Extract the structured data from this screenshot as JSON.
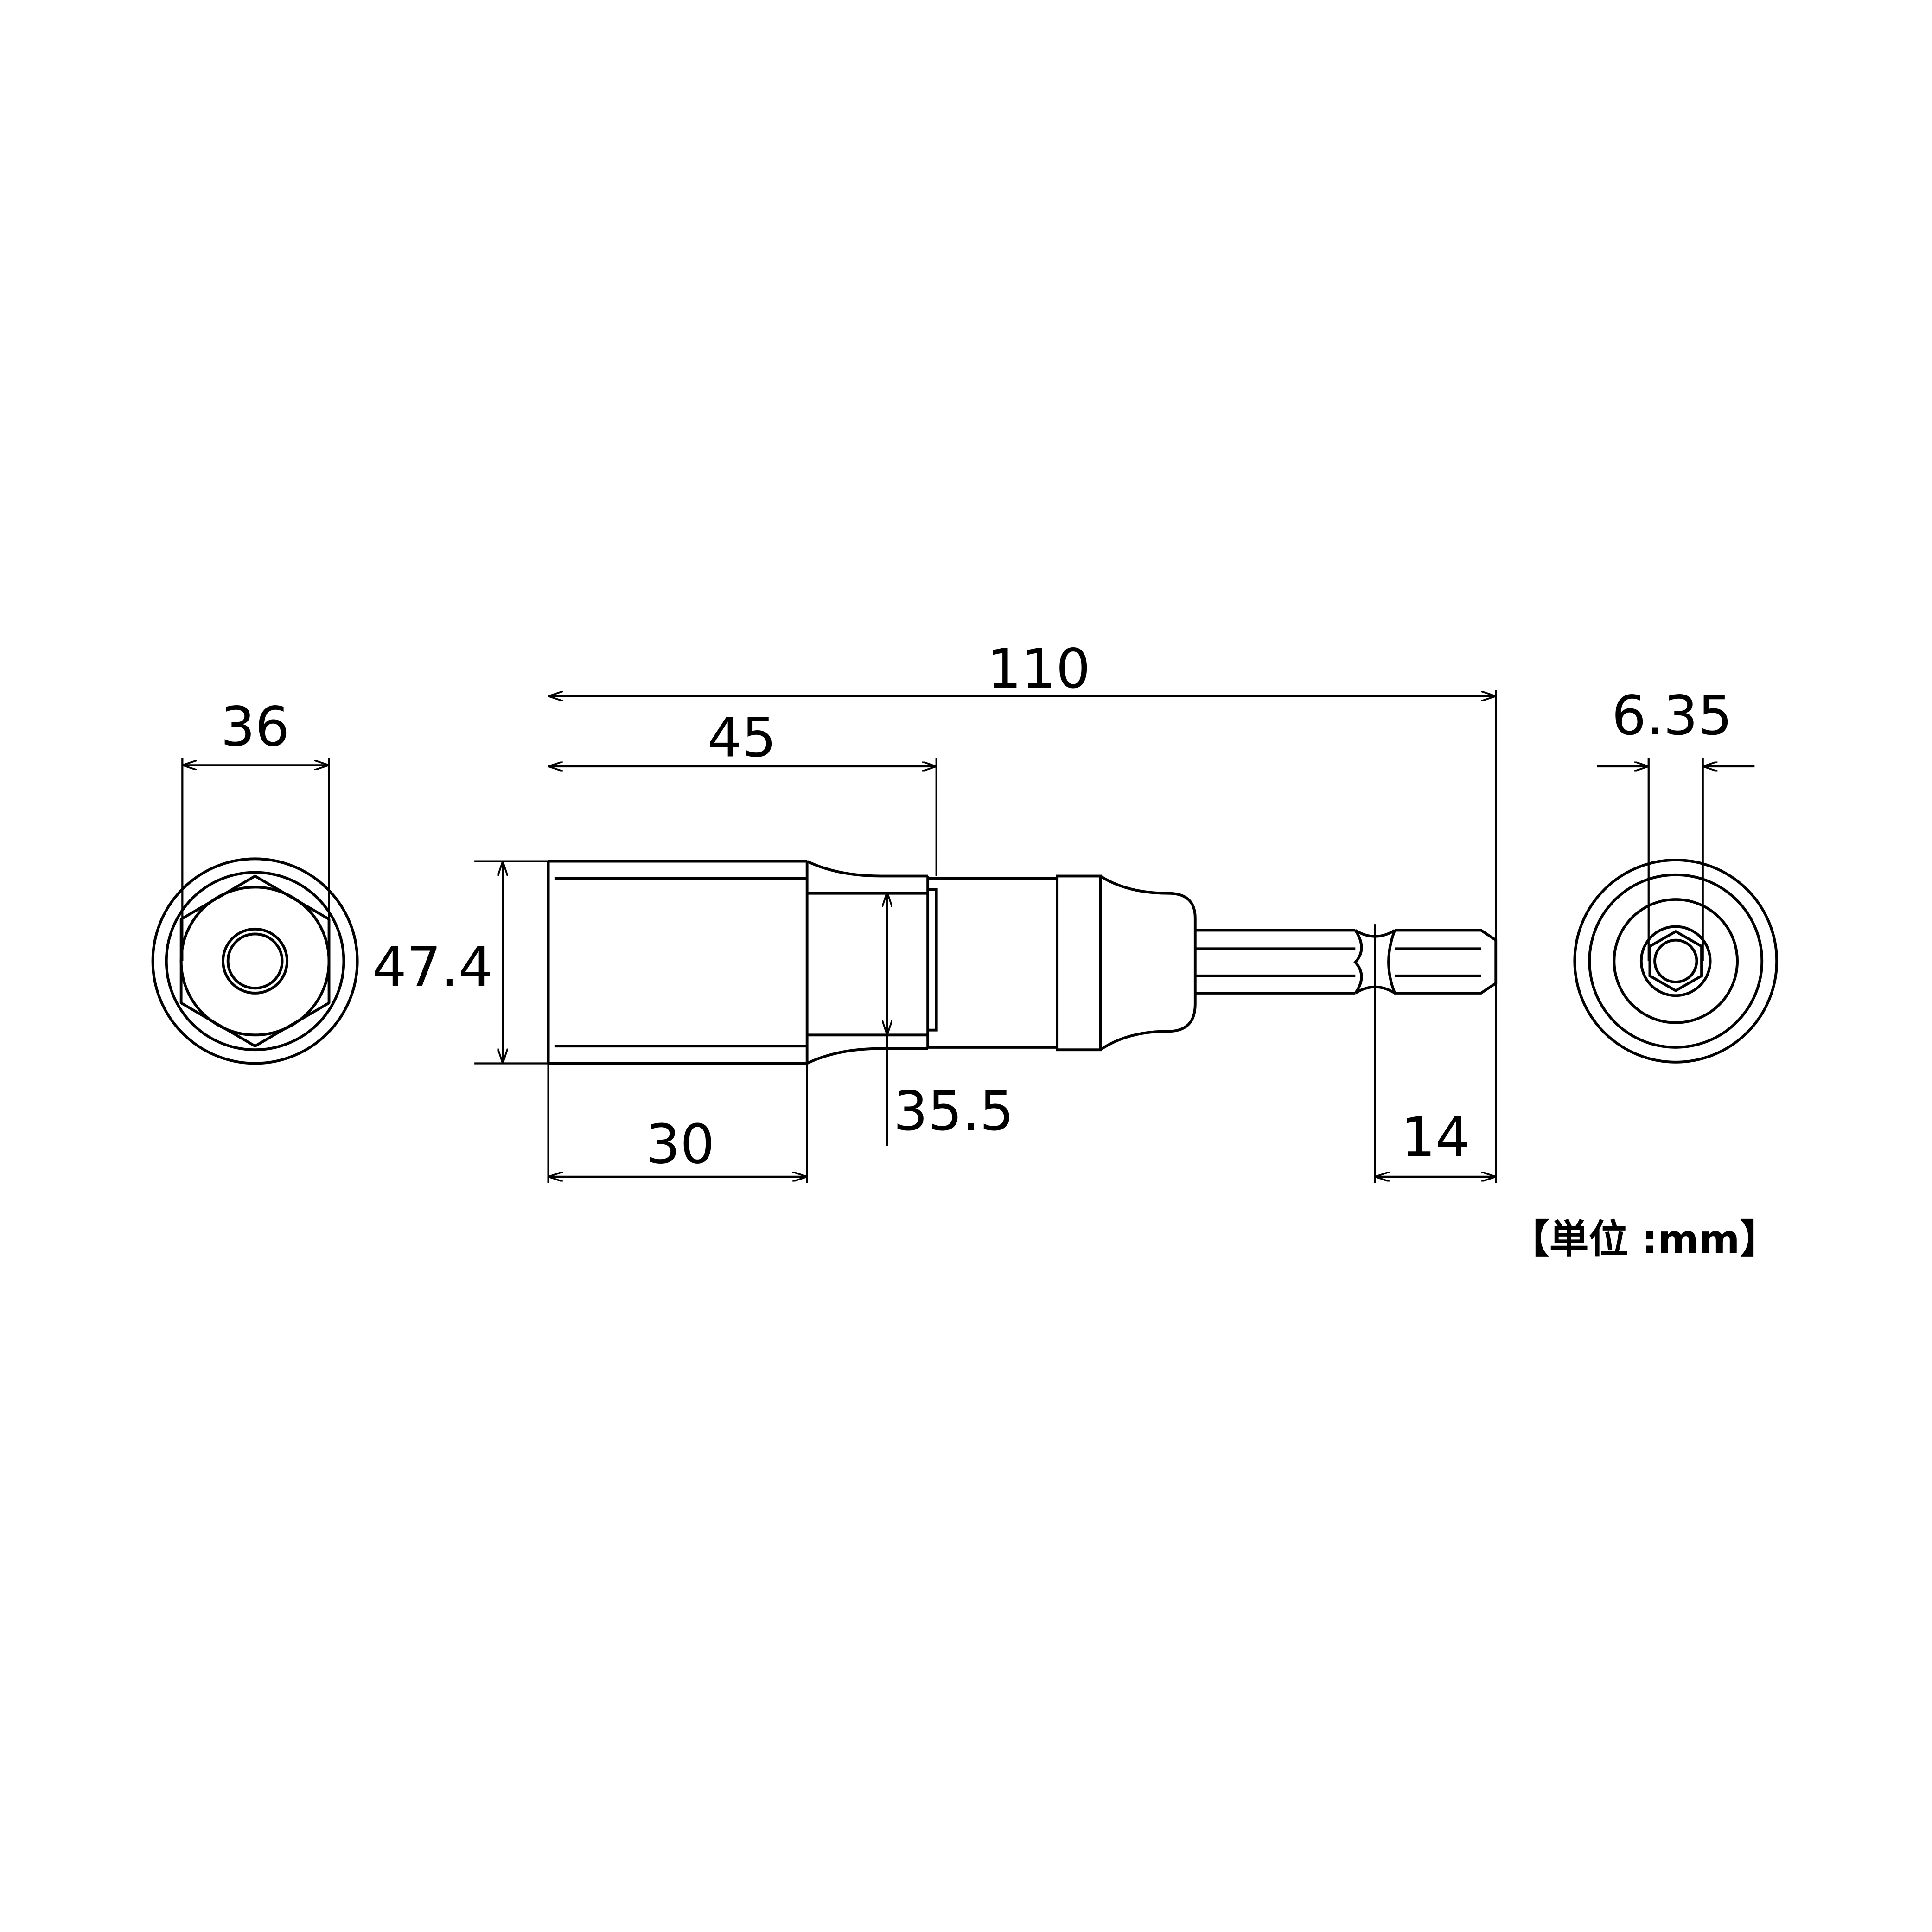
{
  "dimensions": {
    "overall_length": "110",
    "socket_depth": "45",
    "socket_width": "36",
    "outer_diameter": "47.4",
    "neck_diameter": "35.5",
    "hex_depth": "30",
    "shank_tip_length": "14",
    "shank_hex_size": "6.35"
  },
  "unit_label": "【単位 :mm】"
}
